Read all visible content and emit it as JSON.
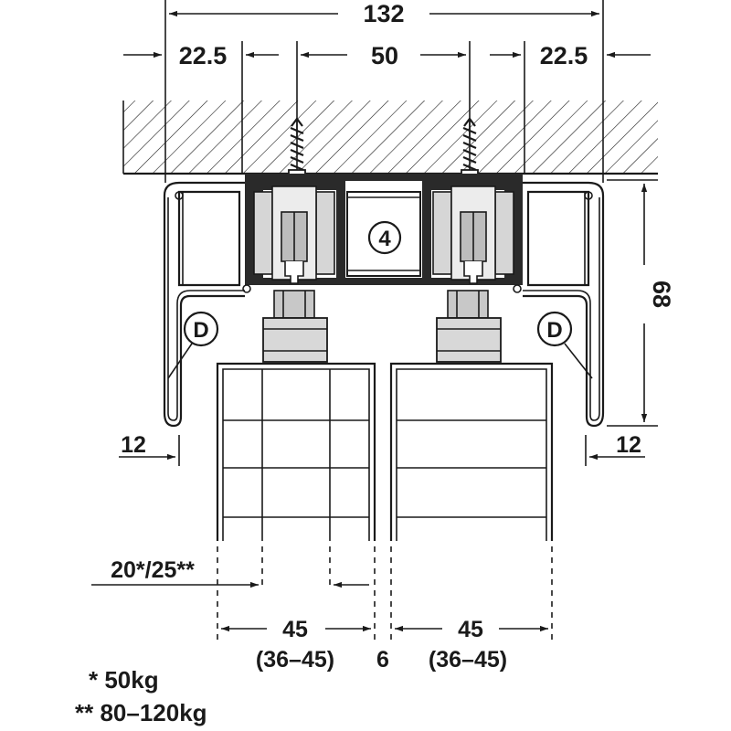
{
  "dimensions": {
    "total_width": "132",
    "left_offset": "22.5",
    "center_spacing": "50",
    "right_offset": "22.5",
    "height": "68",
    "left_clearance": "12",
    "right_clearance": "12",
    "rebate": "20*/25**",
    "left_door_thickness": "45",
    "left_door_range": "(36–45)",
    "door_gap": "6",
    "right_door_thickness": "45",
    "right_door_range": "(36–45)"
  },
  "callouts": {
    "part_4": "4",
    "left_d": "D",
    "right_d": "D"
  },
  "notes": {
    "note_1": "* 50kg",
    "note_2": "** 80–120kg"
  },
  "colors": {
    "line": "#1a1a1a",
    "fill_light": "#e4e4e4",
    "fill_mid": "#bdbdbd",
    "fill_dark": "#2a2a2a"
  }
}
